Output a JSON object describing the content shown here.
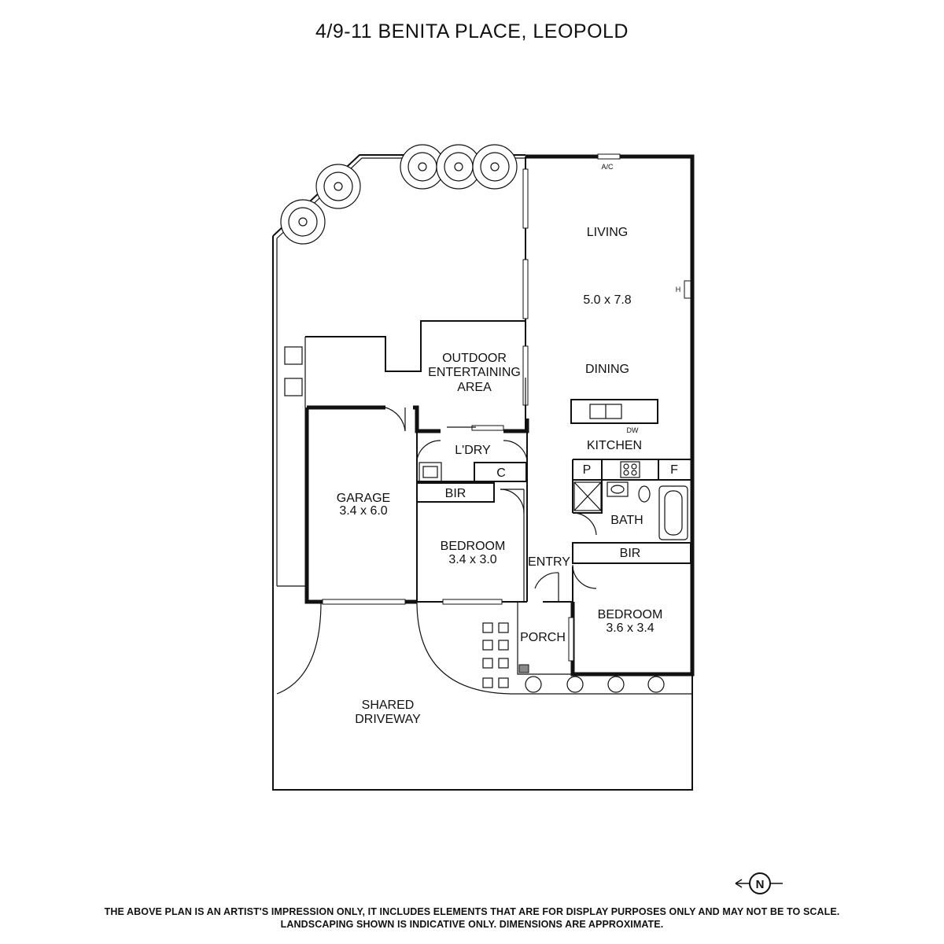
{
  "title": "4/9-11 BENITA PLACE, LEOPOLD",
  "rooms": {
    "living": "LIVING",
    "living_dims": "5.0 x 7.8",
    "dining": "DINING",
    "kitchen": "KITCHEN",
    "outdoor_1": "OUTDOOR",
    "outdoor_2": "ENTERTAINING",
    "outdoor_3": "AREA",
    "laundry": "L'DRY",
    "cupboard": "C",
    "garage": "GARAGE",
    "garage_dims": "3.4 x 6.0",
    "bir_1": "BIR",
    "bedroom_1": "BEDROOM",
    "bedroom_1_dims": "3.4 x 3.0",
    "entry": "ENTRY",
    "pantry": "P",
    "fridge": "F",
    "bath": "BATH",
    "bir_2": "BIR",
    "bedroom_2": "BEDROOM",
    "bedroom_2_dims": "3.6 x 3.4",
    "porch": "PORCH",
    "driveway_1": "SHARED",
    "driveway_2": "DRIVEWAY"
  },
  "fixtures": {
    "ac": "A/C",
    "heater": "H",
    "dishwasher": "DW"
  },
  "compass": "N",
  "disclaimer_line1": "THE ABOVE PLAN IS AN ARTIST'S IMPRESSION ONLY, IT INCLUDES ELEMENTS THAT ARE FOR DISPLAY PURPOSES ONLY AND MAY NOT BE TO SCALE.",
  "disclaimer_line2": "LANDSCAPING SHOWN IS INDICATIVE ONLY. DIMENSIONS ARE APPROXIMATE."
}
